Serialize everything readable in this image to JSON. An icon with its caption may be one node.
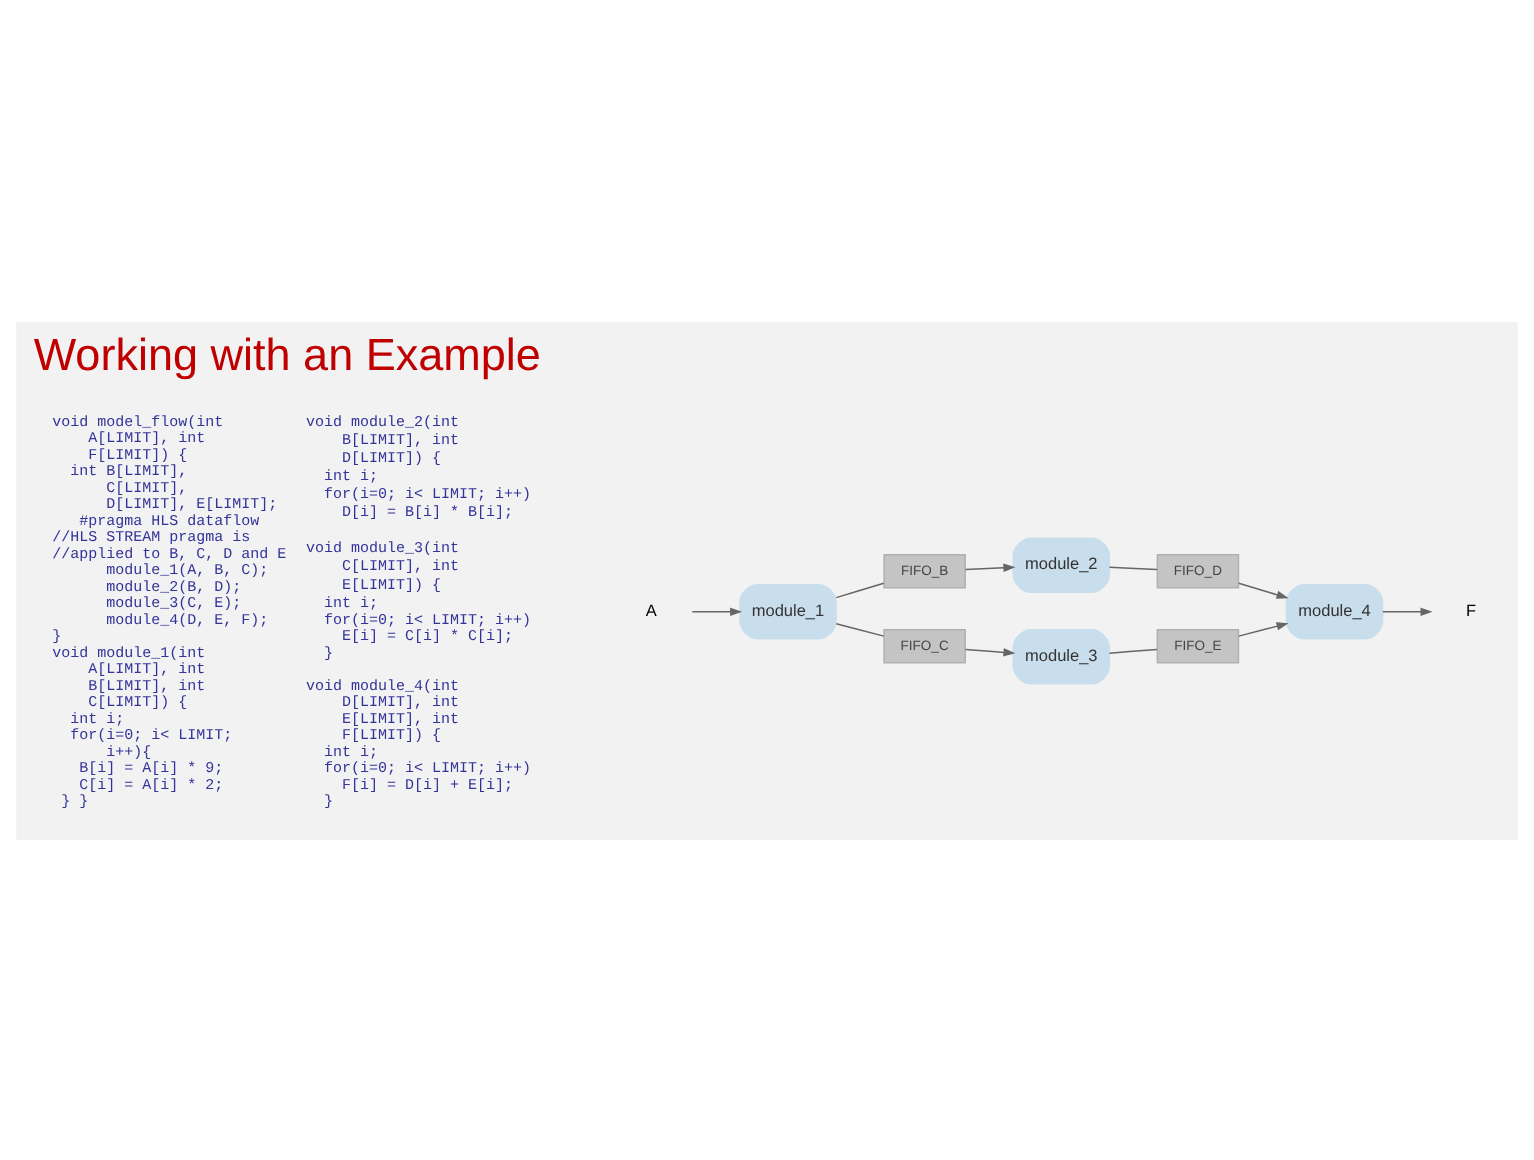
{
  "diagram": {
    "title": "Working with an Example",
    "nodes": [
      {
        "text": [
          "A"
        ]
      },
      {
        "text": [
          "module_1"
        ]
      },
      {
        "text": [
          "FIFO_B"
        ]
      },
      {
        "text": [
          "FIFO_C"
        ]
      },
      {
        "text": [
          "module_2"
        ]
      },
      {
        "text": [
          "module_3"
        ]
      },
      {
        "text": [
          "FIFO_D"
        ]
      },
      {
        "text": [
          "FIFO_E"
        ]
      },
      {
        "text": [
          "module_4"
        ]
      },
      {
        "text": [
          "F"
        ]
      }
    ],
    "edges": [
      {
        "from": 0,
        "to": 1,
        "arrow": "to"
      },
      {
        "from": 1,
        "to": 2,
        "arrow": "none"
      },
      {
        "from": 2,
        "to": 4,
        "arrow": "to"
      },
      {
        "from": 1,
        "to": 3,
        "arrow": "none"
      },
      {
        "from": 3,
        "to": 5,
        "arrow": "to"
      },
      {
        "from": 4,
        "to": 6,
        "arrow": "none"
      },
      {
        "from": 6,
        "to": 8,
        "arrow": "to"
      },
      {
        "from": 5,
        "to": 7,
        "arrow": "none"
      },
      {
        "from": 7,
        "to": 8,
        "arrow": "to"
      },
      {
        "from": 8,
        "to": 9,
        "arrow": "to"
      }
    ],
    "labels": [
      "void model_flow(int",
      "A[LIMIT], int",
      "F[LIMIT]) {",
      "int B[LIMIT],",
      "C[LIMIT],",
      "D[LIMIT], E[LIMIT];",
      "#pragma HLS dataflow",
      "//HLS STREAM pragma is",
      "//applied to B, C, D and E",
      "module_1(A, B, C);",
      "module_2(B, D);",
      "module_3(C, E);",
      "module_4(D, E, F);",
      "}",
      "void module_1(int",
      "A[LIMIT], int",
      "B[LIMIT], int",
      "C[LIMIT]) {",
      "int i;",
      "for(i=0; i< LIMIT;",
      "i++){",
      "B[i] = A[i] * 9;",
      "C[i] = A[i] * 2;",
      "} }",
      "void module_2(int",
      "B[LIMIT], int",
      "D[LIMIT]) {",
      "int i;",
      "for(i=0; i< LIMIT; i++)",
      "D[i] = B[i] * B[i];",
      "void module_3(int",
      "C[LIMIT], int",
      "E[LIMIT]) {",
      "int i;",
      "for(i=0; i< LIMIT; i++)",
      "E[i] = C[i] * C[i];",
      "}",
      "void module_4(int",
      "D[LIMIT], int",
      "E[LIMIT], int",
      "F[LIMIT]) {",
      "int i;",
      "for(i=0; i< LIMIT; i++)",
      "F[i] = D[i] + E[i];",
      "}"
    ]
  }
}
